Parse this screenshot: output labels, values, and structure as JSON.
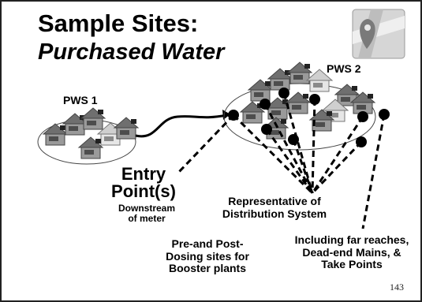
{
  "slide": {
    "title_line1": "Sample Sites:",
    "title_line2": "Purchased Water",
    "page_number": "143"
  },
  "icons": {
    "map": "map-pin-icon"
  },
  "diagram": {
    "pws1_label": "PWS 1",
    "pws2_label": "PWS 2",
    "entry_point_line1": "Entry",
    "entry_point_line2": "Point(s)",
    "downstream_line1": "Downstream",
    "downstream_line2": "of meter",
    "representative_line1": "Representative of",
    "representative_line2": "Distribution System",
    "booster_line1": "Pre-and Post-",
    "booster_line2": "Dosing sites for",
    "booster_line3": "Booster plants",
    "farreach_line1": "Including far reaches,",
    "farreach_line2": "Dead-end Mains, &",
    "farreach_line3": "Take Points"
  },
  "colors": {
    "house_roof": "#6f6f6f",
    "house_body": "#9a9a9a",
    "house_light": "#cfcfcf",
    "dot": "#000000"
  }
}
